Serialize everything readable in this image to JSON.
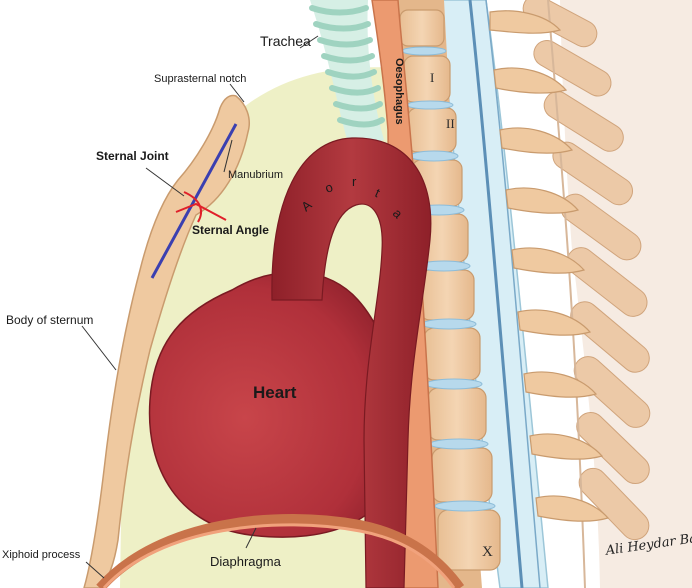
{
  "labels": {
    "trachea": "Trachea",
    "suprasternal_notch": "Suprasternal notch",
    "sternal_joint": "Sternal Joint",
    "manubrium": "Manubrium",
    "sternal_angle": "Sternal Angle",
    "body_of_sternum": "Body of sternum",
    "heart": "Heart",
    "xiphoid_process": "Xiphoid process",
    "diaphragma": "Diaphragma",
    "oesophagus": "Oesophagus",
    "aorta": [
      "A",
      "o",
      "r",
      "t",
      "a"
    ]
  },
  "vertebra_labels": {
    "first": "I",
    "second": "II",
    "tenth": "X"
  },
  "signature": "Ali Heydar Baydar",
  "colors": {
    "background": "#ffffff",
    "mediastinum": "#eef0c6",
    "bone": "#efc9a0",
    "bone_outline": "#c99b6e",
    "heart": "#b83238",
    "aorta": "#a32a31",
    "oesophagus": "#ec9a70",
    "trachea_rings": "#bfe3d4",
    "spinal_canal": "#d8eef6",
    "disc": "#b7d9ec",
    "diaphragm": "#c9734a",
    "sternal_joint_line": "#3b3fb0",
    "sternal_angle_line": "#e0202a"
  }
}
